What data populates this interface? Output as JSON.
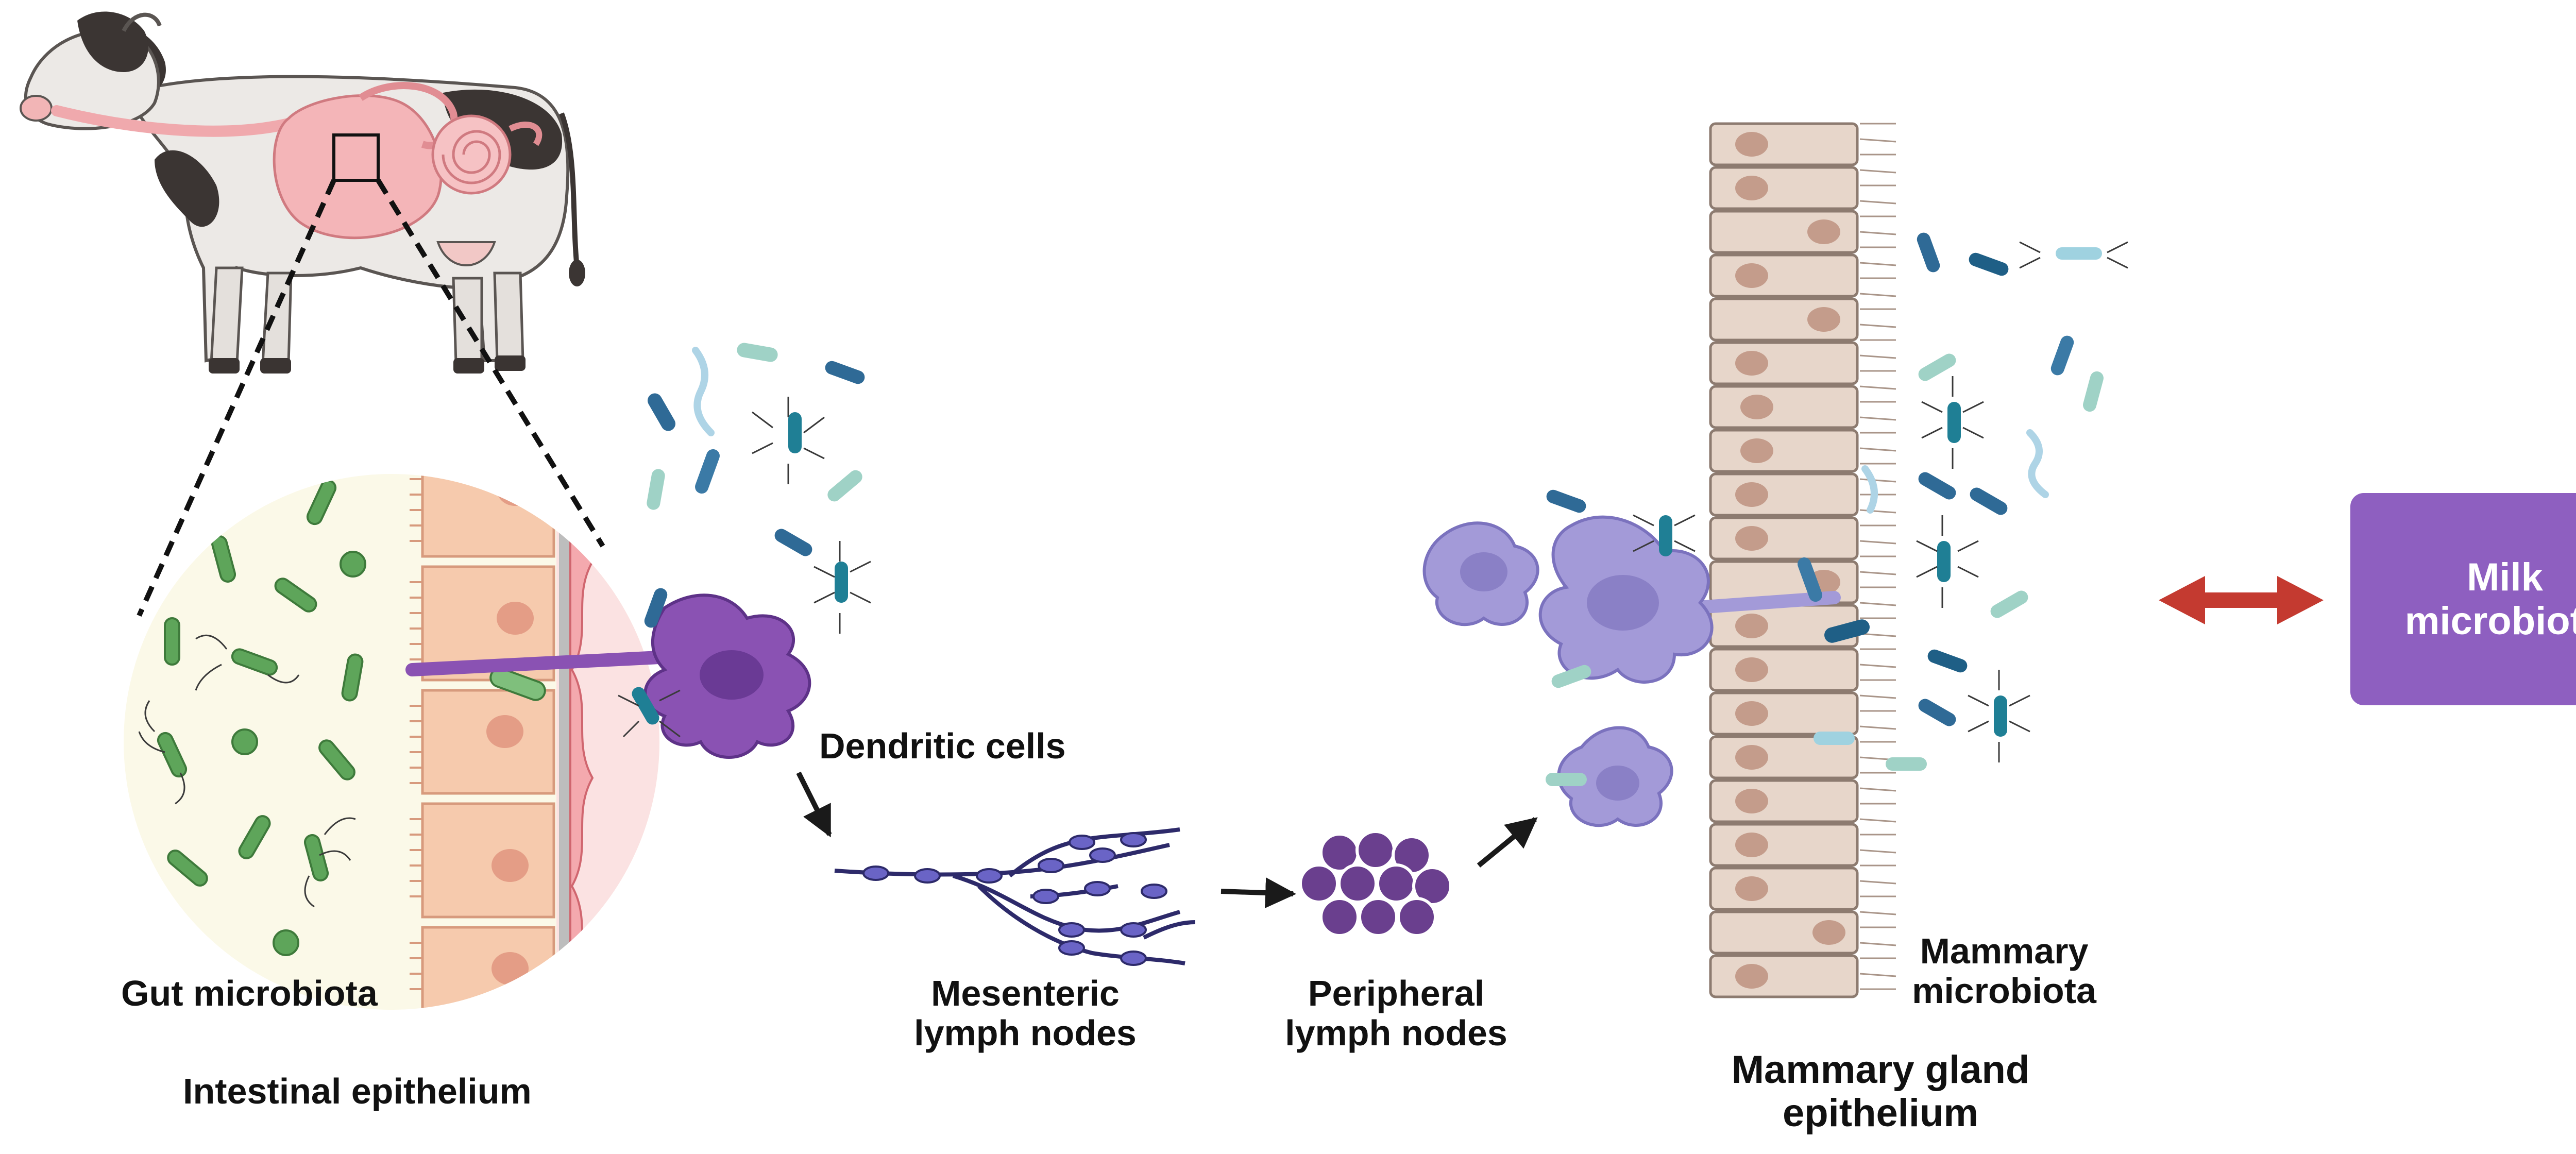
{
  "labels": {
    "gut_microbiota": "Gut microbiota",
    "intestinal_epithelium": "Intestinal epithelium",
    "dendritic_cells": "Dendritic cells",
    "mesenteric_line1": "Mesenteric",
    "mesenteric_line2": "lymph nodes",
    "peripheral_line1": "Peripheral",
    "peripheral_line2": "lymph nodes",
    "mammary_microbiota_line1": "Mammary",
    "mammary_microbiota_line2": "microbiota",
    "mammary_gland_line1": "Mammary gland",
    "mammary_gland_line2": "epithelium"
  },
  "milk_box": {
    "line1": "Milk",
    "line2": "microbiota"
  },
  "icons": [
    "cow-illustration",
    "gut-bacteria-icon",
    "dendritic-cell-icon",
    "lymph-vessel-icon",
    "lymph-node-cluster-icon",
    "mammary-epithelium-icon",
    "bidirectional-arrow-icon"
  ],
  "colors": {
    "milk_box_fill": "#8e5fc0",
    "bidirectional_arrow": "#c43a30",
    "gut_bacteria": "#5ea55a",
    "dendritic_cell": "#7a4aa3",
    "mammary_dendritic_cell": "#a39ad8",
    "lymph_vessel": "#2d2a6a",
    "lymph_node": "#6a3f8e",
    "epithelium_cell": "#e7d6ca",
    "enterocyte": "#f5c9ad",
    "intestine_tissue": "#f2b4b6"
  }
}
